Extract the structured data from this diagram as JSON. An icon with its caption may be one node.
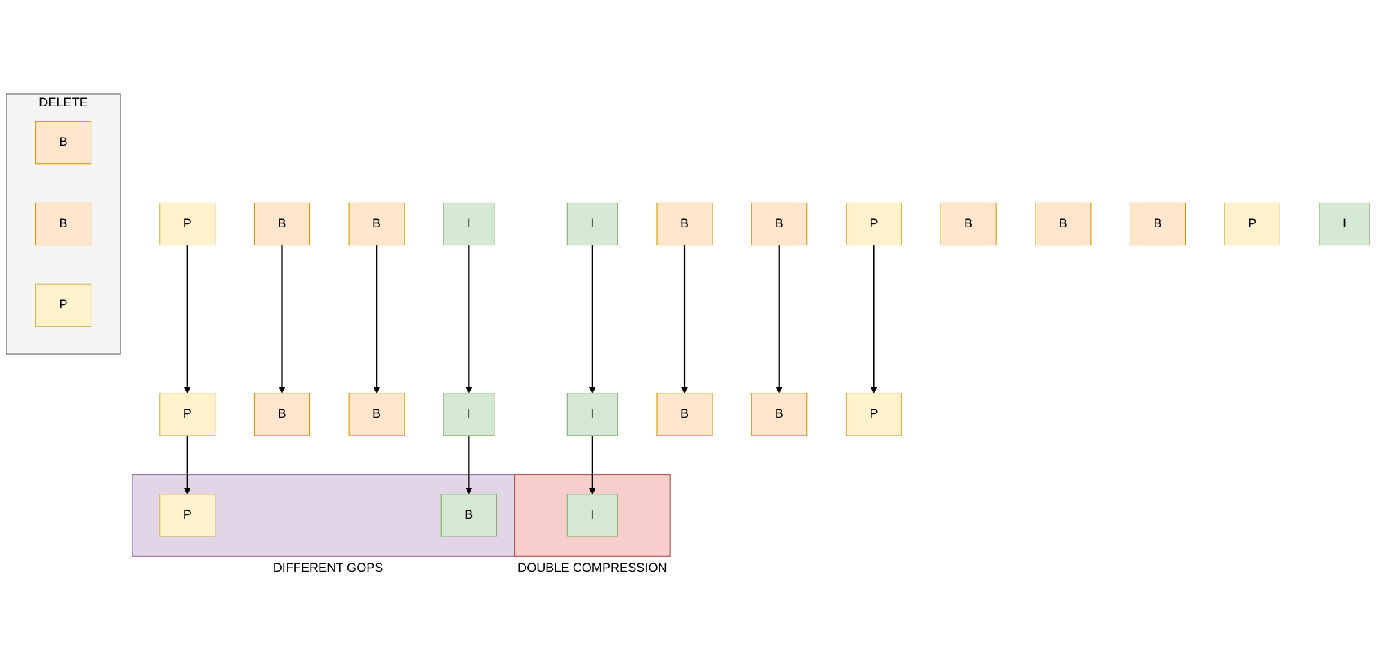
{
  "diagram": {
    "nodes": [
      {
        "text": [
          "I"
        ]
      },
      {
        "text": [
          "B"
        ]
      },
      {
        "text": [
          "B"
        ]
      },
      {
        "text": [
          "P"
        ]
      },
      {
        "text": [
          "DELETE"
        ]
      },
      {
        "text": [
          "B"
        ],
        "in": 4
      },
      {
        "text": [
          "B"
        ],
        "in": 4
      },
      {
        "text": [
          "P"
        ],
        "in": 4
      },
      {
        "text": [
          "I"
        ]
      },
      {
        "text": [
          "B"
        ]
      },
      {
        "text": [
          "B"
        ]
      },
      {
        "text": [
          "P"
        ]
      },
      {
        "text": [
          "I"
        ]
      },
      {
        "text": [
          "B"
        ]
      },
      {
        "text": [
          "B"
        ]
      },
      {
        "text": [
          "P"
        ]
      },
      {
        "text": [
          "I"
        ]
      },
      {
        "text": [
          "B"
        ]
      },
      {
        "text": [
          "B"
        ]
      },
      {
        "text": [
          "P"
        ]
      },
      {
        "text": [
          "DOUBLE COMPRESSION"
        ]
      },
      {
        "text": [
          "I"
        ],
        "in": 20
      },
      {
        "text": [
          "B"
        ]
      },
      {
        "text": [
          "B"
        ]
      },
      {
        "text": [
          "DIFFERENT GOPS"
        ]
      },
      {
        "text": [
          "P"
        ],
        "in": 24
      },
      {
        "text": [
          "B"
        ],
        "in": 24
      },
      {
        "text": [
          "B"
        ]
      },
      {
        "text": [
          "P"
        ]
      },
      {
        "text": [
          "I"
        ]
      }
    ],
    "edges": [
      {
        "from": 0,
        "to": 12,
        "arrow": "to"
      },
      {
        "from": 1,
        "to": 13,
        "arrow": "to"
      },
      {
        "from": 2,
        "to": 14,
        "arrow": "to"
      },
      {
        "from": 3,
        "to": 15,
        "arrow": "to"
      },
      {
        "from": 8,
        "to": 16,
        "arrow": "to"
      },
      {
        "from": 9,
        "to": 17,
        "arrow": "to"
      },
      {
        "from": 10,
        "to": 18,
        "arrow": "to"
      },
      {
        "from": 11,
        "to": 19,
        "arrow": "to"
      },
      {
        "from": 12,
        "to": 21,
        "arrow": "to"
      },
      {
        "from": 15,
        "to": 25,
        "arrow": "to"
      },
      {
        "from": 16,
        "to": 26,
        "arrow": "to"
      }
    ]
  }
}
